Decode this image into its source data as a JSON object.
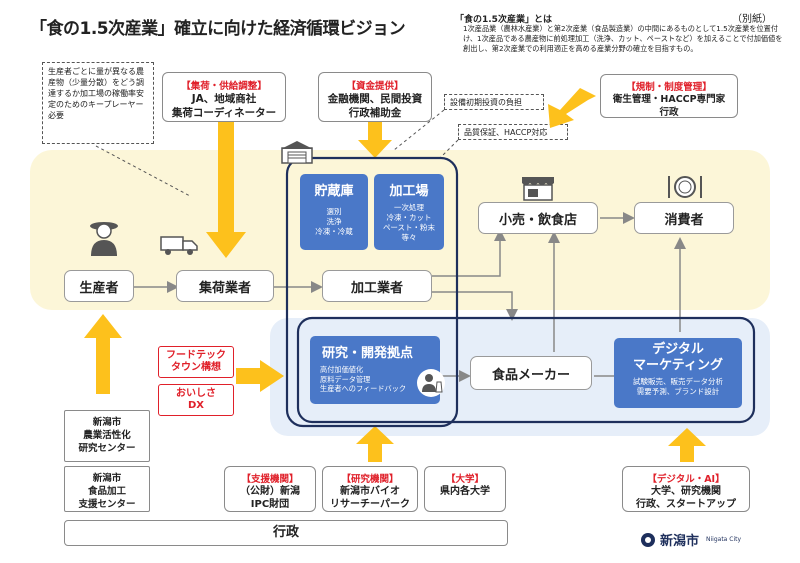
{
  "title": "「食の1.5次産業」確立に向けた経済循環ビジョン",
  "betsushi": "（別紙）",
  "note": {
    "head": "「食の1.5次産業」とは",
    "body": "1次産品業（農林水産業）と第2次産業（食品製造業）の中間にあるものとして1.5次産業を位置付け、1次産品である農産物に前処理加工（洗浄、カット、ペーストなど）を加えることで付加価値を創出し、第2次産業での利用適正を高める産業分野の確立を目指すもの。"
  },
  "dashed_note_left": "生産者ごとに量が異なる農産物（少量分散）をどう調達するか加工場の稼働率安定のためのキープレーヤー必要",
  "top_boxes": {
    "shukka": {
      "label": "【集荷・供給調整】",
      "body": "JA、地域商社\n集荷コーディネーター"
    },
    "shikin": {
      "label": "【資金提供】",
      "body": "金融機関、民間投資\n行政補助金"
    },
    "kisei": {
      "label": "【規制・制度管理】",
      "body": "衛生管理・HACCP専門家\n行政"
    }
  },
  "small_notes": {
    "setsubi": "設備初期投資の負担",
    "hinshitsu": "品質保証、HACCP対応"
  },
  "nodes": {
    "seisansha": "生産者",
    "shukagyosha": "集荷業者",
    "kakogyosha": "加工業者",
    "kouri": "小売・飲食店",
    "shohisha": "消費者",
    "maker": "食品メーカー"
  },
  "hub": {
    "chozo": {
      "title": "貯蔵庫",
      "body": "選別\n洗浄\n冷凍・冷蔵"
    },
    "kakojo": {
      "title": "加工場",
      "body": "一次処理\n冷凍・カット\nペースト・粉末\n等々"
    },
    "kenkyu": {
      "title": "研究・開発拠点",
      "body": "高付加価値化\n原料データ管理\n生産者へのフィードバック"
    }
  },
  "digital": {
    "title": "デジタル\nマーケティング",
    "body": "試験販売、販売データ分析\n需要予測、ブランド設計"
  },
  "left_buttons": {
    "foodtech": "フードテック\nタウン構想",
    "oishisa": "おいしさ\nDX"
  },
  "left_centers": {
    "nougyo": "新潟市\n農業活性化\n研究センター",
    "shokuhin": "新潟市\n食品加工\n支援センター"
  },
  "bottom_boxes": {
    "shien": {
      "label": "【支援機関】",
      "body": "（公財）新潟\nIPC財団"
    },
    "kenkyu": {
      "label": "【研究機関】",
      "body": "新潟市バイオ\nリサーチーパーク"
    },
    "daigaku": {
      "label": "【大学】",
      "body": "県内各大学"
    },
    "digital_ai": {
      "label": "【デジタル・AI】",
      "body": "大学、研究機関\n行政、スタートアップ"
    }
  },
  "gyosei": "行政",
  "logo": {
    "text": "新潟市",
    "sub": "Niigata City"
  },
  "colors": {
    "arrow": "#fdc11c",
    "blue": "#4a78c8",
    "navy": "#1e2f5c",
    "red": "#e0202a"
  }
}
